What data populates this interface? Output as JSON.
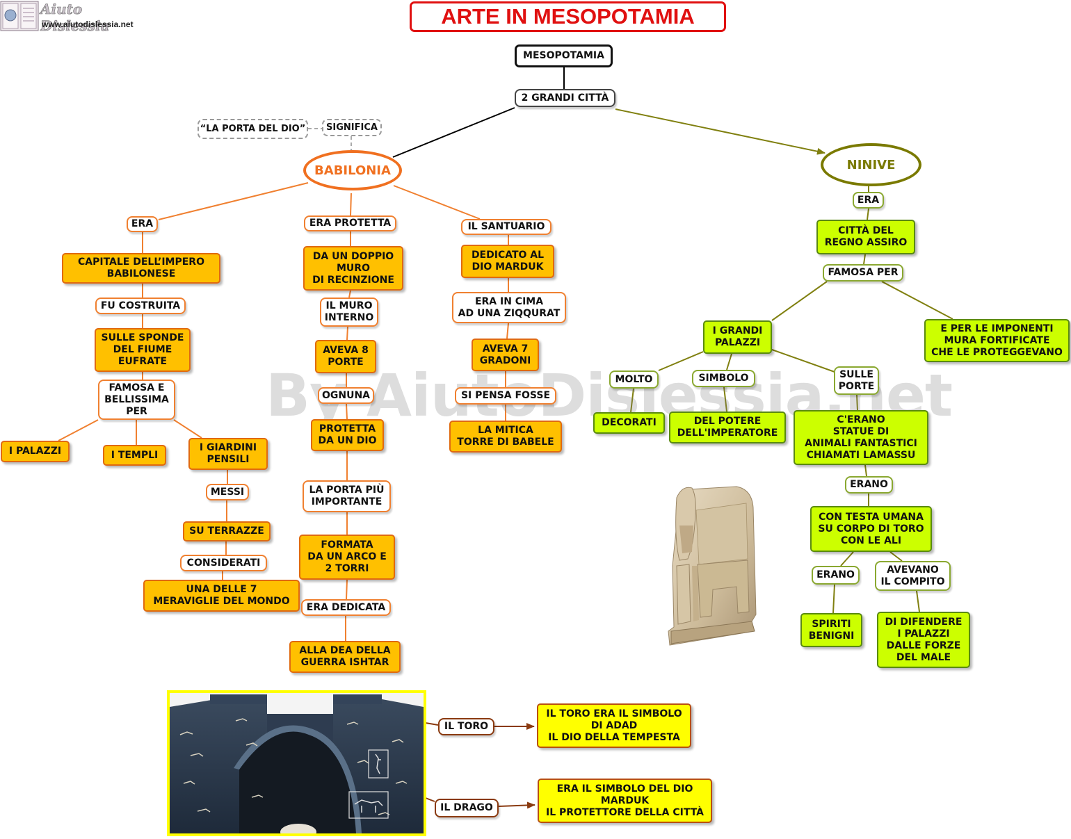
{
  "logo": {
    "name": "Aiuto Dislessia",
    "url": "www.aiutodislessia.net"
  },
  "title": "ARTE IN MESOPOTAMIA",
  "watermark": "By AiutoDislessia.net",
  "nodes": {
    "mesopotamia": "MESOPOTAMIA",
    "due_citta": "2 GRANDI CITTÀ",
    "porta_dio": "“LA PORTA DEL DIO”",
    "significa": "SIGNIFICA",
    "babilonia": "BABILONIA",
    "ninive": "NINIVE",
    "b_era": "ERA",
    "capitale": "CAPITALE  DELL’IMPERO\nBABILONESE",
    "fu_costruita": "FU COSTRUITA",
    "sponde": "SULLE SPONDE\nDEL FIUME\nEUFRATE",
    "famosa_bellissima": "FAMOSA E\nBELLISSIMA\nPER",
    "palazzi": "I PALAZZI",
    "templi": "I TEMPLI",
    "giardini": "I GIARDINI\nPENSILI",
    "messi": "MESSI",
    "terrazze": "SU TERRAZZE",
    "considerati": "CONSIDERATI",
    "meraviglie": "UNA DELLE 7\nMERAVIGLIE DEL MONDO",
    "era_protetta": "ERA PROTETTA",
    "doppio_muro": "DA UN DOPPIO\nMURO\nDI RECINZIONE",
    "muro_interno": "IL MURO\nINTERNO",
    "otto_porte": "AVEVA 8\nPORTE",
    "ognuna": "OGNUNA",
    "protetta_dio": "PROTETTA\nDA UN DIO",
    "porta_importante": "LA PORTA PIÙ\nIMPORTANTE",
    "arco_torri": "FORMATA\nDA UN ARCO E\n2 TORRI",
    "era_dedicata": "ERA DEDICATA",
    "ishtar": "ALLA DEA DELLA\nGUERRA ISHTAR",
    "santuario": "IL SANTUARIO",
    "marduk": "DEDICATO AL\nDIO MARDUK",
    "ziqqurat": "ERA IN CIMA\nAD UNA ZIQQURAT",
    "gradoni": "AVEVA 7\nGRADONI",
    "si_pensa": "SI PENSA FOSSE",
    "babele": "LA MITICA\nTORRE DI BABELE",
    "n_era": "ERA",
    "regno_assiro": "CITTÀ DEL\nREGNO ASSIRO",
    "famosa_per": "FAMOSA PER",
    "grandi_palazzi": "I GRANDI\nPALAZZI",
    "mura": "E PER LE IMPONENTI\nMURA FORTIFICATE\nCHE LE PROTEGGEVANO",
    "molto": "MOLTO",
    "simbolo": "SIMBOLO",
    "sulle_porte": "SULLE\nPORTE",
    "decorati": "DECORATI",
    "potere": "DEL POTERE\nDELL'IMPERATORE",
    "lamassu": "C'ERANO\nSTATUE DI\nANIMALI FANTASTICI\nCHIAMATI LAMASSU",
    "erano1": "ERANO",
    "testa_umana": "CON TESTA UMANA\nSU CORPO DI TORO\nCON LE ALI",
    "erano2": "ERANO",
    "compito": "AVEVANO\nIL COMPITO",
    "spiriti": "SPIRITI\nBENIGNI",
    "difendere": "DI DIFENDERE\nI PALAZZI\nDALLE FORZE\nDEL MALE",
    "il_toro": "IL TORO",
    "toro_desc": "IL TORO ERA IL SIMBOLO\nDI ADAD\nIL DIO DELLA TEMPESTA",
    "il_drago": "IL DRAGO",
    "drago_desc": "ERA IL SIMBOLO DEL DIO\nMARDUK\nIL PROTETTORE DELLA CITTÀ"
  },
  "colors": {
    "orange_line": "#f08030",
    "orange_box": "#ffc000",
    "green_box": "#ccff00",
    "olive_line": "#808010",
    "title_red": "#e01010",
    "babilonia_text": "#f07020",
    "ninive_text": "#7a7a00",
    "brown_line": "#8a3a10"
  }
}
